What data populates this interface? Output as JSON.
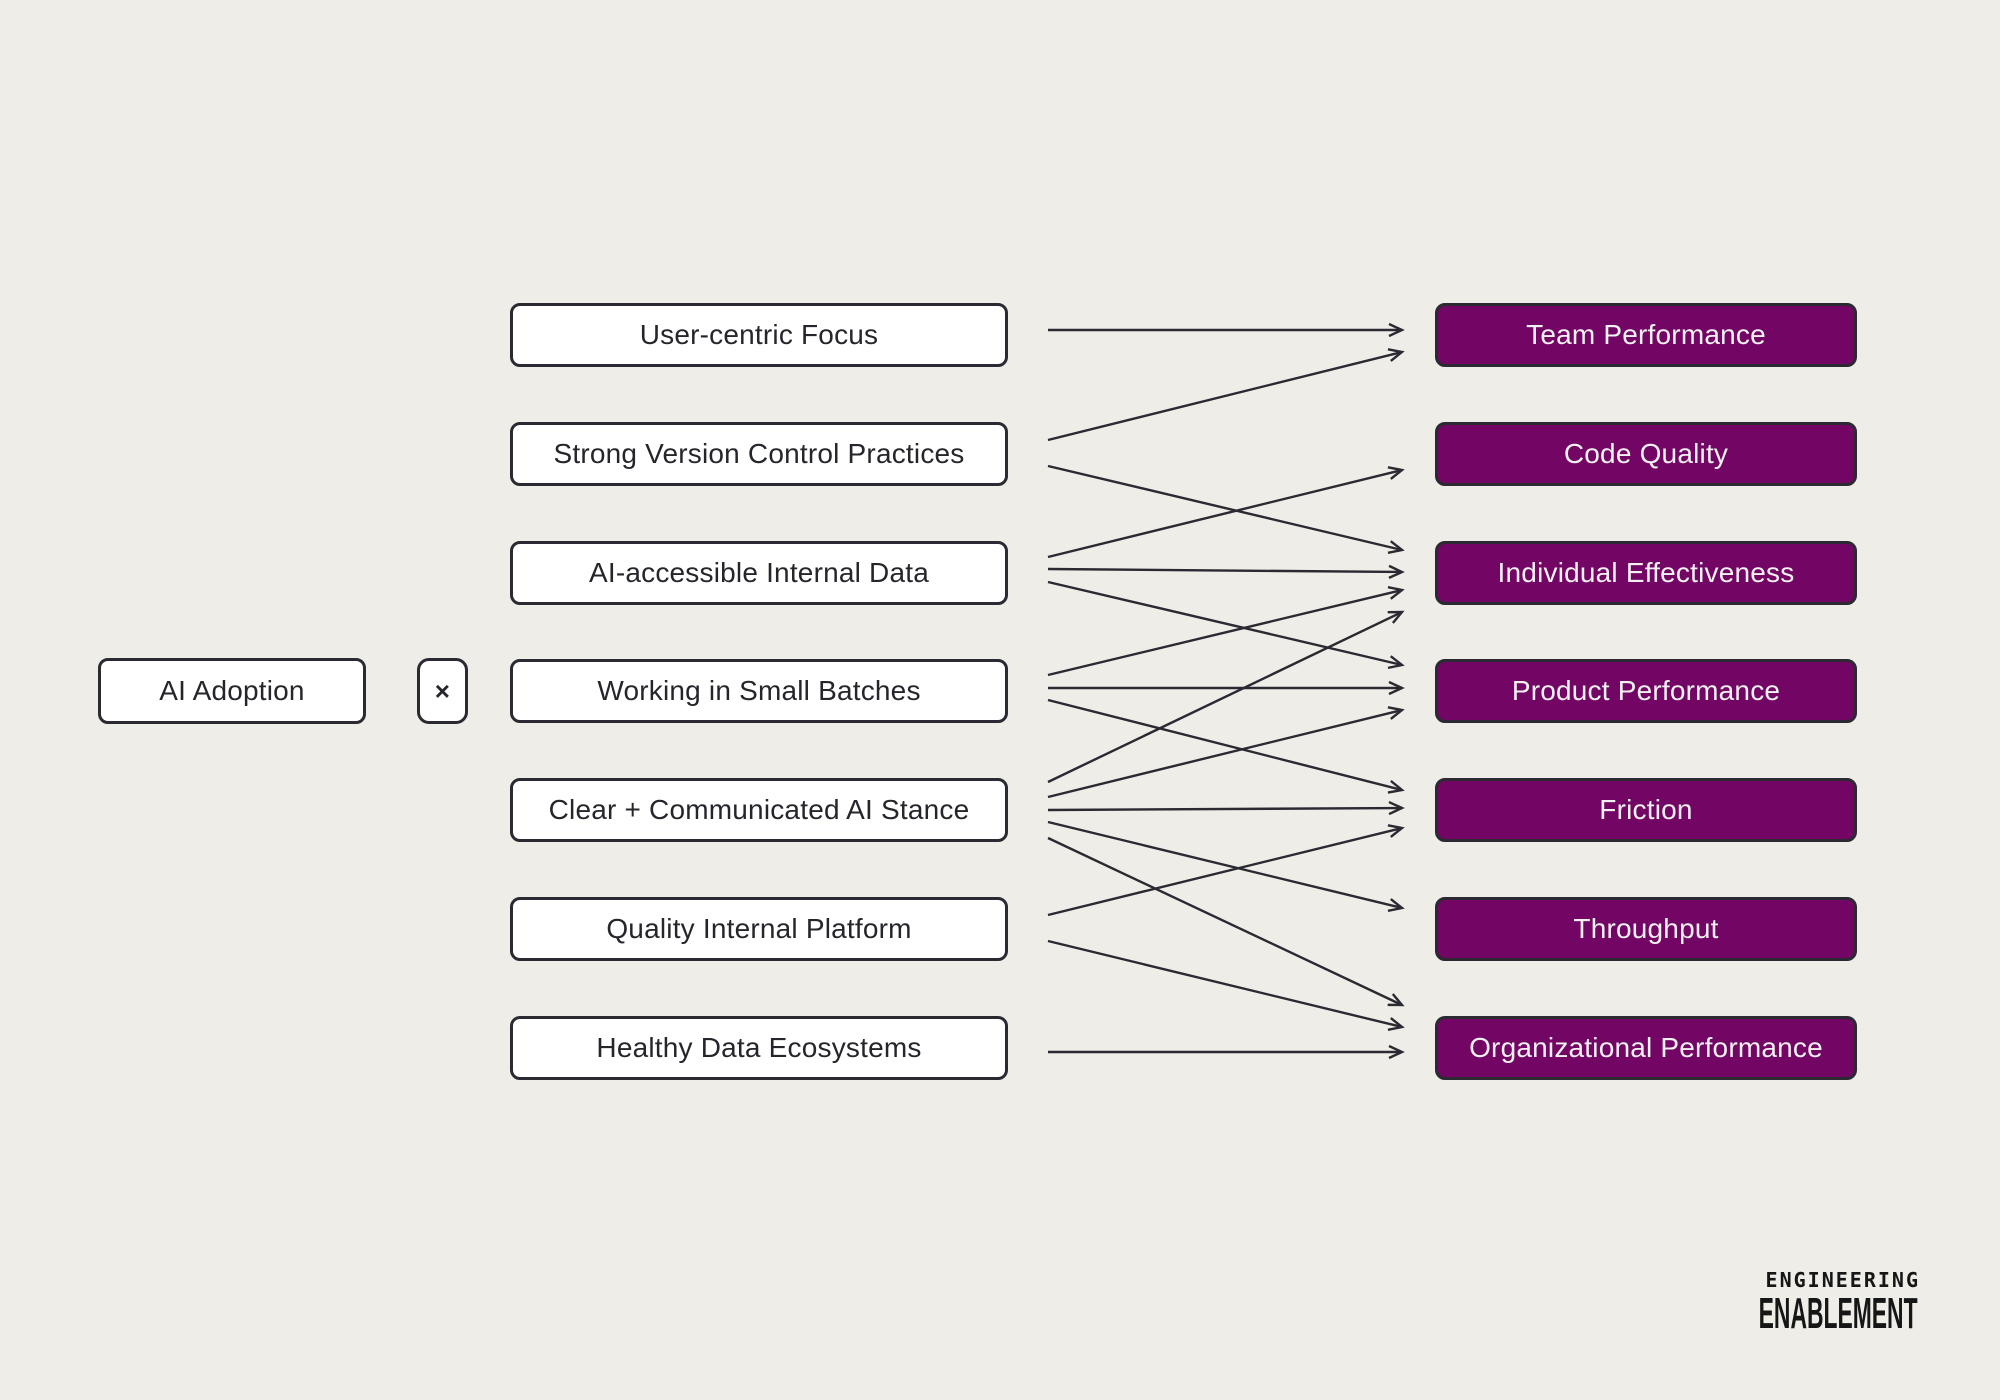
{
  "colors": {
    "background": "#EEEDE8",
    "box_border": "#2B2931",
    "arrow": "#2B2931",
    "driver_fill": "#FFFFFF",
    "driver_text": "#26252B",
    "outcome_fill": "#730664",
    "outcome_text": "#F4F1F3"
  },
  "left_node": {
    "label": "AI Adoption"
  },
  "operator": {
    "symbol": "×"
  },
  "drivers": [
    "User-centric Focus",
    "Strong Version Control Practices",
    "AI-accessible Internal Data",
    "Working in Small Batches",
    "Clear + Communicated AI Stance",
    "Quality Internal Platform",
    "Healthy Data Ecosystems"
  ],
  "outcomes": [
    "Team Performance",
    "Code Quality",
    "Individual Effectiveness",
    "Product Performance",
    "Friction",
    "Throughput",
    "Organizational Performance"
  ],
  "edges": [
    {
      "from": "User-centric Focus",
      "to": "Team Performance"
    },
    {
      "from": "Strong Version Control Practices",
      "to": "Team Performance"
    },
    {
      "from": "Strong Version Control Practices",
      "to": "Individual Effectiveness"
    },
    {
      "from": "AI-accessible Internal Data",
      "to": "Code Quality"
    },
    {
      "from": "AI-accessible Internal Data",
      "to": "Individual Effectiveness"
    },
    {
      "from": "AI-accessible Internal Data",
      "to": "Product Performance"
    },
    {
      "from": "Working in Small Batches",
      "to": "Individual Effectiveness"
    },
    {
      "from": "Working in Small Batches",
      "to": "Product Performance"
    },
    {
      "from": "Working in Small Batches",
      "to": "Friction"
    },
    {
      "from": "Clear + Communicated AI Stance",
      "to": "Individual Effectiveness"
    },
    {
      "from": "Clear + Communicated AI Stance",
      "to": "Product Performance"
    },
    {
      "from": "Clear + Communicated AI Stance",
      "to": "Friction"
    },
    {
      "from": "Clear + Communicated AI Stance",
      "to": "Throughput"
    },
    {
      "from": "Clear + Communicated AI Stance",
      "to": "Organizational Performance"
    },
    {
      "from": "Quality Internal Platform",
      "to": "Friction"
    },
    {
      "from": "Quality Internal Platform",
      "to": "Organizational Performance"
    },
    {
      "from": "Healthy Data Ecosystems",
      "to": "Organizational Performance"
    }
  ],
  "logo": {
    "line1": "ENGINEERING",
    "line2": "ENABLEMENT"
  }
}
